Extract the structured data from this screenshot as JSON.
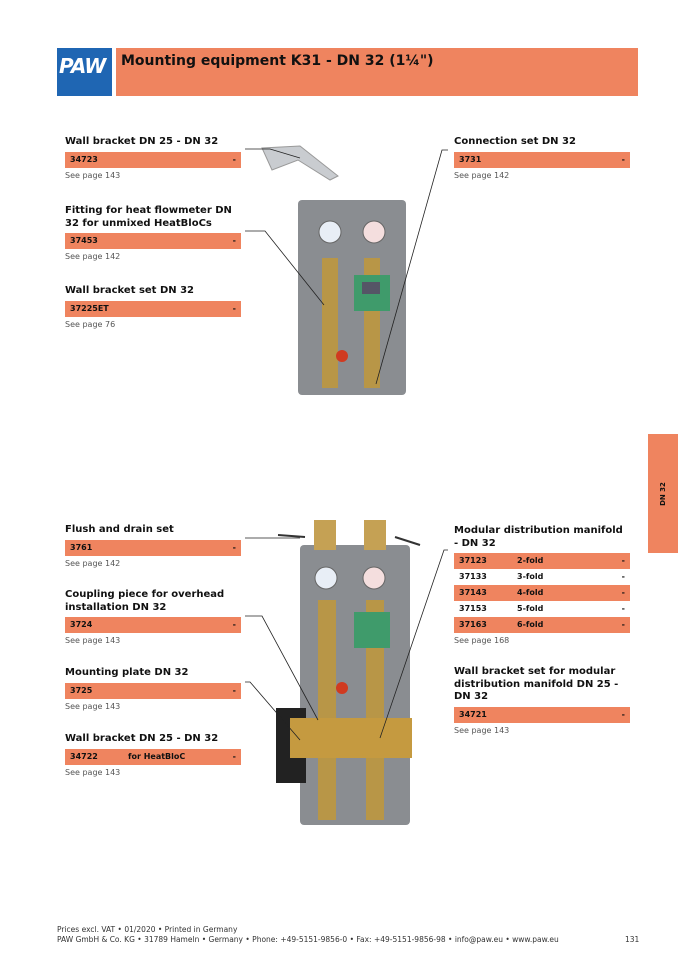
{
  "header": {
    "logo": "PAW",
    "title": "Mounting equipment K31 - DN 32 (1¼\")"
  },
  "side_tab": "DN 32",
  "items_left_top": [
    {
      "title": "Wall bracket DN 25 - DN 32",
      "rows": [
        {
          "code": "34723",
          "desc": "",
          "price": "-"
        }
      ],
      "see": "See page 143"
    },
    {
      "title": "Fitting for heat flowmeter DN 32 for unmixed HeatBloCs",
      "rows": [
        {
          "code": "37453",
          "desc": "",
          "price": "-"
        }
      ],
      "see": "See page 142"
    },
    {
      "title": "Wall bracket set DN 32",
      "rows": [
        {
          "code": "37225ET",
          "desc": "",
          "price": "-"
        }
      ],
      "see": "See page 76"
    }
  ],
  "items_right_top": [
    {
      "title": "Connection set DN 32",
      "rows": [
        {
          "code": "3731",
          "desc": "",
          "price": "-"
        }
      ],
      "see": "See page 142"
    }
  ],
  "items_left_bottom": [
    {
      "title": "Flush and drain set",
      "rows": [
        {
          "code": "3761",
          "desc": "",
          "price": "-"
        }
      ],
      "see": "See page 142"
    },
    {
      "title": "Coupling piece for overhead installation DN 32",
      "rows": [
        {
          "code": "3724",
          "desc": "",
          "price": "-"
        }
      ],
      "see": "See page 143"
    },
    {
      "title": "Mounting plate DN 32",
      "rows": [
        {
          "code": "3725",
          "desc": "",
          "price": "-"
        }
      ],
      "see": "See page 143"
    },
    {
      "title": "Wall bracket DN 25 - DN 32",
      "rows": [
        {
          "code": "34722",
          "desc": "for HeatBloC",
          "price": "-"
        }
      ],
      "see": "See page 143"
    }
  ],
  "items_right_bottom": [
    {
      "title": "Modular distribution manifold - DN 32",
      "rows": [
        {
          "code": "37123",
          "desc": "2-fold",
          "price": "-"
        },
        {
          "code": "37133",
          "desc": "3-fold",
          "price": "-"
        },
        {
          "code": "37143",
          "desc": "4-fold",
          "price": "-"
        },
        {
          "code": "37153",
          "desc": "5-fold",
          "price": "-"
        },
        {
          "code": "37163",
          "desc": "6-fold",
          "price": "-"
        }
      ],
      "see": "See page 168"
    },
    {
      "title": "Wall bracket set for modular distribution manifold DN 25 - DN 32",
      "rows": [
        {
          "code": "34721",
          "desc": "",
          "price": "-"
        }
      ],
      "see": "See page 143"
    }
  ],
  "footer": {
    "line1": "Prices excl. VAT  • 01/2020 • Printed in Germany",
    "line2": "PAW GmbH & Co. KG • 31789 Hameln • Germany • Phone: +49-5151-9856-0 • Fax: +49-5151-9856-98 • info@paw.eu • www.paw.eu",
    "page": "131"
  },
  "colors": {
    "accent": "#ef845f",
    "logo": "#1f66b3"
  }
}
